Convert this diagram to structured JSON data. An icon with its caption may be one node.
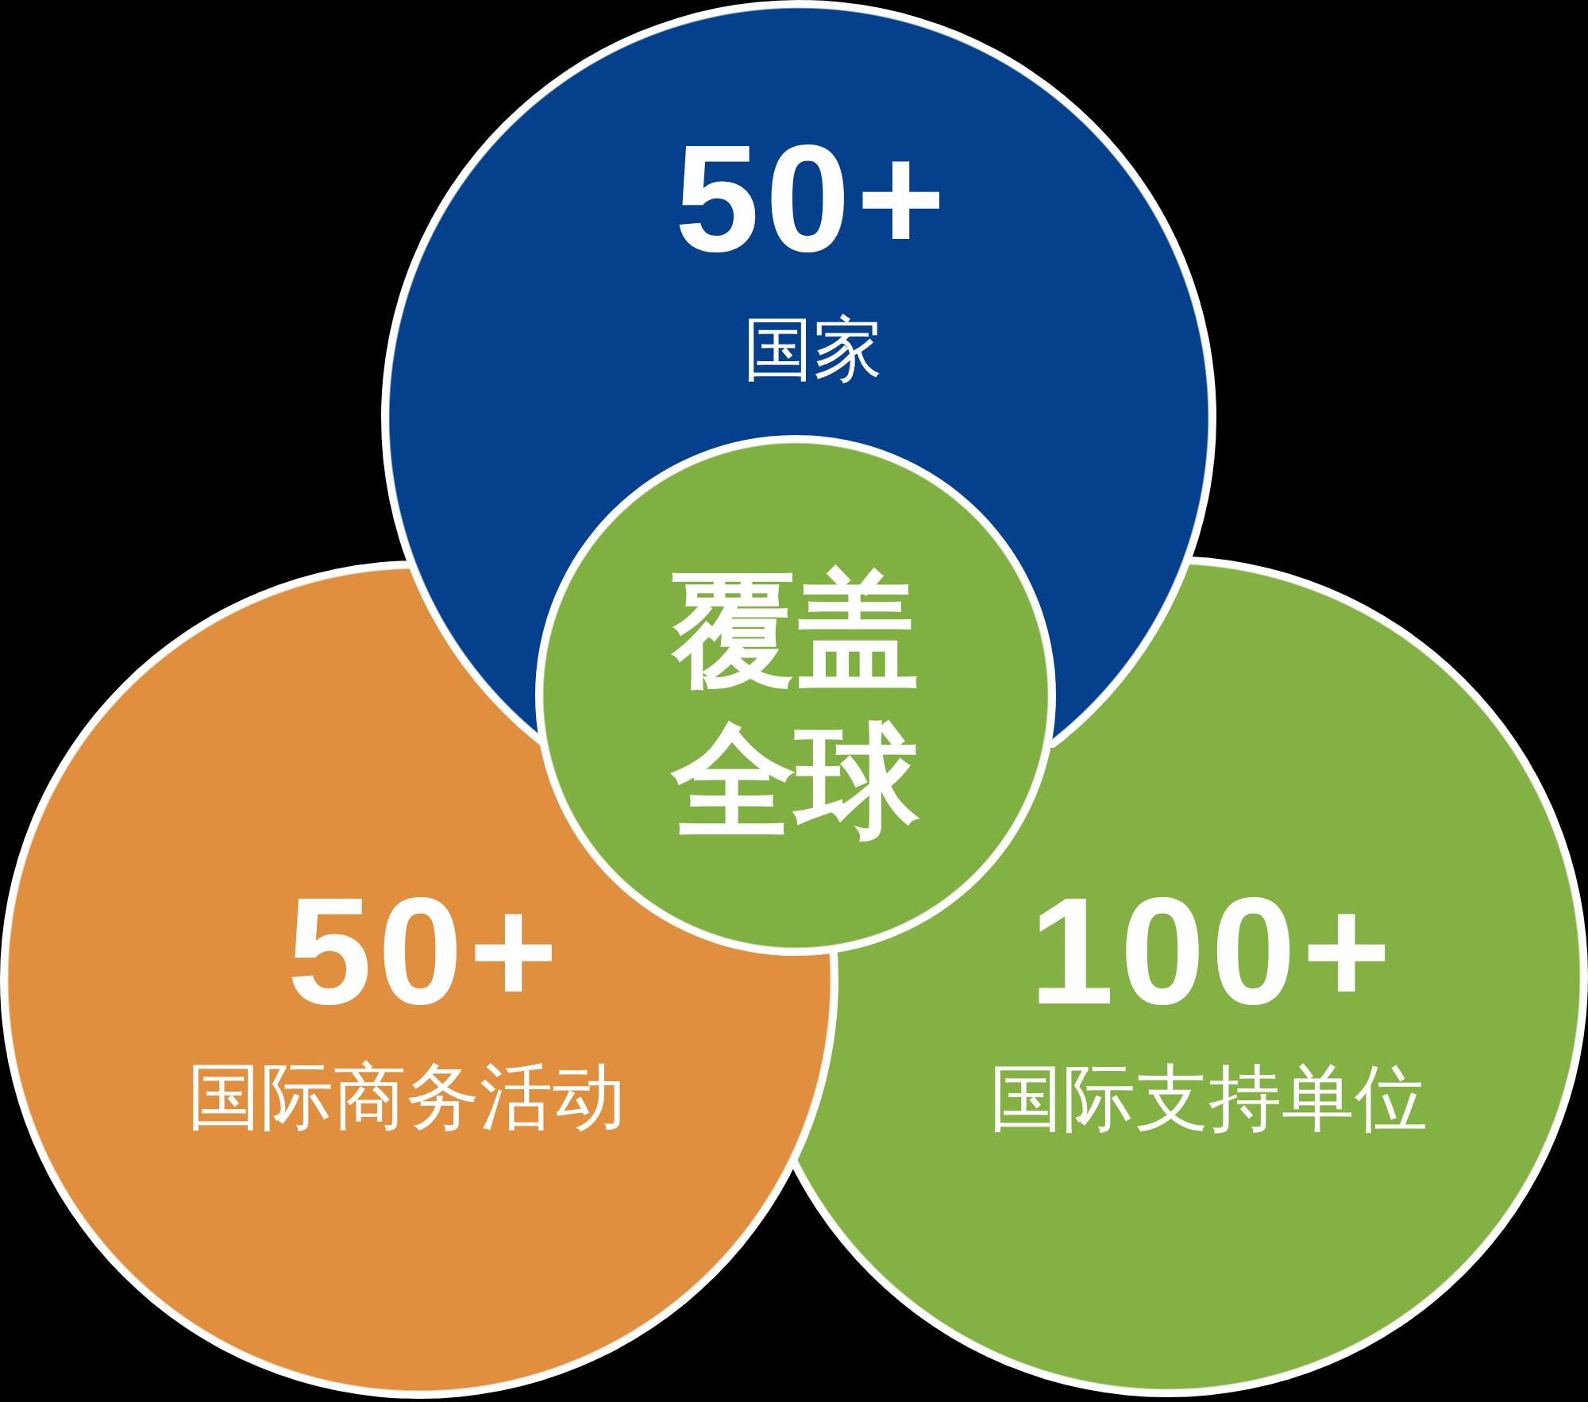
{
  "diagram": {
    "nodes": [
      {
        "text": [
          "50+",
          "国家"
        ]
      },
      {
        "text": [
          "覆盖全球"
        ]
      },
      {
        "text": [
          "50+",
          "国际商务活动"
        ]
      },
      {
        "text": [
          "100+",
          "国际支持单位"
        ]
      }
    ]
  }
}
